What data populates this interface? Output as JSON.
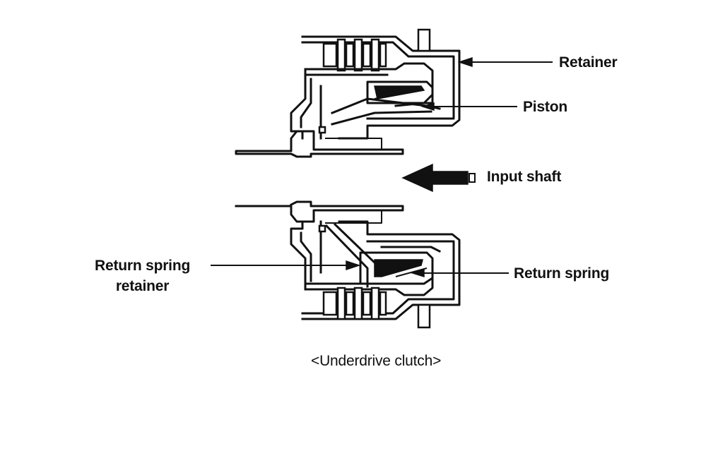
{
  "labels": {
    "retainer": "Retainer",
    "piston": "Piston",
    "input_shaft": "Input shaft",
    "return_spring_retainer_line1": "Return spring",
    "return_spring_retainer_line2": "retainer",
    "return_spring": "Return spring"
  },
  "caption": "<Underdrive clutch>",
  "colors": {
    "line": "#111111",
    "background": "#ffffff"
  }
}
